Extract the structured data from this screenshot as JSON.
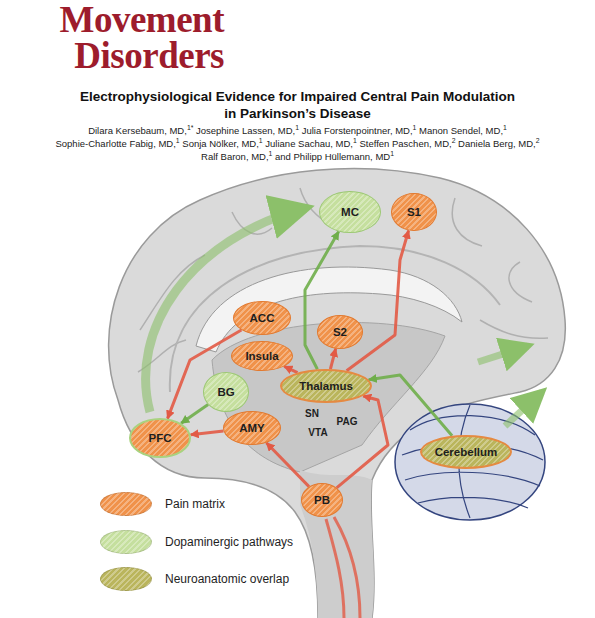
{
  "diagram": {
    "title": "Electrophysiological Evidence for Impaired Central Pain Modulation in Parkinson’s Disease",
    "nodes": [
      {
        "text": [
          "MC"
        ]
      },
      {
        "text": [
          "S1"
        ]
      },
      {
        "text": [
          "ACC"
        ]
      },
      {
        "text": [
          "S2"
        ]
      },
      {
        "text": [
          "Insula"
        ]
      },
      {
        "text": [
          "BG"
        ]
      },
      {
        "text": [
          "Thalamus"
        ]
      },
      {
        "text": [
          "PFC"
        ]
      },
      {
        "text": [
          "AMY"
        ]
      },
      {
        "text": [
          "PB"
        ]
      },
      {
        "text": [
          "Cerebellum"
        ]
      }
    ],
    "edges": [
      {
        "from": 6,
        "to": 1,
        "arrow": "to"
      },
      {
        "from": 6,
        "to": 3,
        "arrow": "to"
      },
      {
        "from": 6,
        "to": 4,
        "arrow": "to"
      },
      {
        "from": 2,
        "to": 7,
        "arrow": "to"
      },
      {
        "from": 9,
        "to": 6,
        "arrow": "to"
      },
      {
        "from": 9,
        "to": 8,
        "arrow": "to"
      },
      {
        "from": 8,
        "to": 7,
        "arrow": "to"
      },
      {
        "from": 6,
        "to": 0,
        "arrow": "to"
      },
      {
        "from": 5,
        "to": 7,
        "arrow": "to"
      },
      {
        "from": 10,
        "to": 6,
        "arrow": "to"
      }
    ],
    "labels": [
      "Movement",
      "Disorders",
      "Dilara Kersebaum, MD,1* Josephine Lassen, MD,1 Julia Forstenpointner, MD,1 Manon Sendel, MD,1",
      "Sophie-Charlotte Fabig, MD,1 Sonja Nölker, MD,1 Juliane Sachau, MD,1 Steffen Paschen, MD,2 Daniela Berg, MD,2",
      "Ralf Baron, MD,1 and Philipp Hüllemann, MD1",
      "SN",
      "PAG",
      "VTA"
    ],
    "legend": [
      {
        "text": "Pain matrix",
        "color": "#f0924a"
      },
      {
        "text": "Dopaminergic pathways",
        "color": "#c5df9e"
      },
      {
        "text": "Neuroanatomic overlap",
        "color": "#bab55c"
      }
    ]
  }
}
